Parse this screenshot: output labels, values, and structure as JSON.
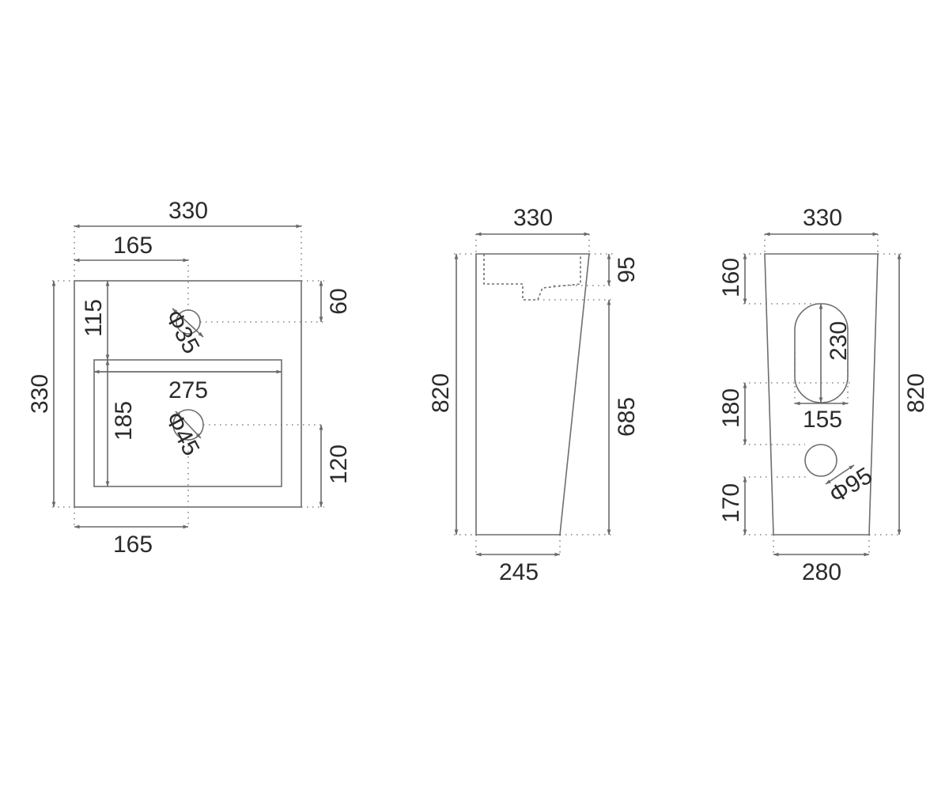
{
  "colors": {
    "line": "#6e6e6e",
    "text": "#2b2b2b",
    "background": "#ffffff"
  },
  "top_view": {
    "width_total": "330",
    "width_half": "165",
    "height_total": "330",
    "tap_hole_offset": "115",
    "tap_hole_dia": "Φ35",
    "tap_hole_right": "60",
    "basin_width": "275",
    "basin_depth": "185",
    "drain_dia": "Φ45",
    "drain_right": "120",
    "bottom_half": "165"
  },
  "side_view": {
    "top_width": "330",
    "height_total": "820",
    "basin_depth": "95",
    "pedestal_height": "685",
    "bottom_width": "245"
  },
  "back_view": {
    "top_width": "330",
    "offset_top": "160",
    "slot_height": "230",
    "slot_width": "155",
    "gap_middle": "180",
    "hole_dia": "Φ95",
    "offset_bottom": "170",
    "height_total": "820",
    "bottom_width": "280"
  }
}
